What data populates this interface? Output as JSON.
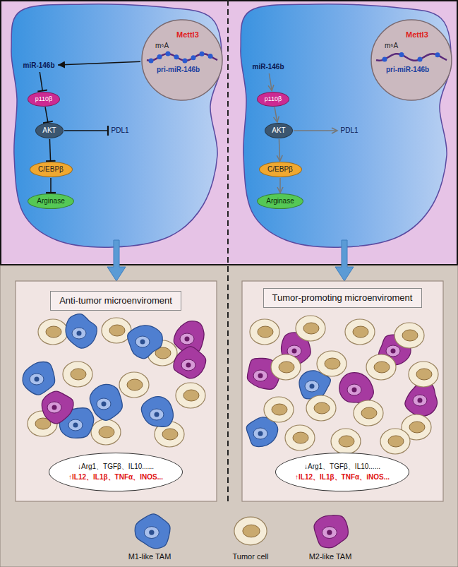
{
  "diagram": {
    "nodes": [
      {
        "text": [
          "Mettl3",
          "m⁶A",
          "pri-miR-146b"
        ]
      },
      {
        "text": [
          "miR-146b"
        ]
      },
      {
        "text": [
          "p110β"
        ]
      },
      {
        "text": [
          "AKT"
        ]
      },
      {
        "text": [
          "PDL1"
        ]
      },
      {
        "text": [
          "C/EBPβ"
        ]
      },
      {
        "text": [
          "Arginase"
        ]
      },
      {
        "text": [
          "Mettl3",
          "m⁶A",
          "pri-miR-146b"
        ]
      },
      {
        "text": [
          "miR-146b"
        ]
      },
      {
        "text": [
          "p110β"
        ]
      },
      {
        "text": [
          "AKT"
        ]
      },
      {
        "text": [
          "PDL1"
        ]
      },
      {
        "text": [
          "C/EBPβ"
        ]
      },
      {
        "text": [
          "Arginase"
        ]
      },
      {
        "text": [
          "Anti-tumor microenviroment"
        ]
      },
      {
        "text": [
          "↓Arg1、TGFβ、IL10......",
          "↑IL12、IL1β、TNFα、INOS..."
        ]
      },
      {
        "text": [
          "Tumor-promoting microenviroment"
        ]
      },
      {
        "text": [
          "↓Arg1、TGFβ、IL10......",
          "↑IL12、IL1β、TNFα、iNOS..."
        ]
      }
    ],
    "edges": [
      {
        "from": 0,
        "to": 1,
        "arrow": "to"
      },
      {
        "from": 1,
        "to": 2,
        "arrow": "to"
      },
      {
        "from": 2,
        "to": 3,
        "arrow": "to"
      },
      {
        "from": 3,
        "to": 4,
        "arrow": "to"
      },
      {
        "from": 3,
        "to": 5,
        "arrow": "to"
      },
      {
        "from": 5,
        "to": 6,
        "arrow": "to"
      },
      {
        "from": 8,
        "to": 9,
        "arrow": "to"
      },
      {
        "from": 9,
        "to": 10,
        "arrow": "to"
      },
      {
        "from": 10,
        "to": 11,
        "arrow": "to"
      },
      {
        "from": 10,
        "to": 12,
        "arrow": "to"
      },
      {
        "from": 12,
        "to": 13,
        "arrow": "to"
      }
    ],
    "legend": [
      {
        "text": "M1-like TAM"
      },
      {
        "text": "Tumor cell"
      },
      {
        "text": "M2-like TAM"
      }
    ]
  }
}
